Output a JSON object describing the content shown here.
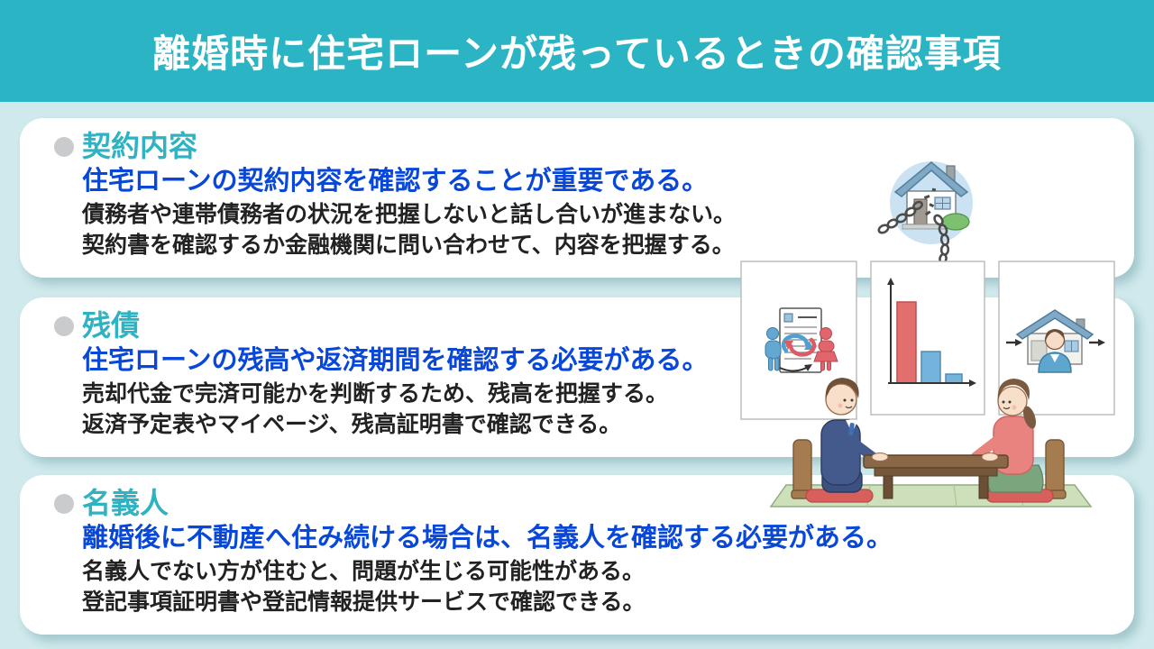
{
  "header": {
    "title": "離婚時に住宅ローンが残っているときの確認事項"
  },
  "cards": [
    {
      "heading": "契約内容",
      "lead": "住宅ローンの契約内容を確認することが重要である。",
      "lines": [
        "債務者や連帯債務者の状況を把握しないと話し合いが進まない。",
        "契約書を確認するか金融機関に問い合わせて、内容を把握する。"
      ]
    },
    {
      "heading": "残債",
      "lead": "住宅ローンの残高や返済期間を確認する必要がある。",
      "lines": [
        "売却代金で完済可能かを判断するため、残高を把握する。",
        "返済予定表やマイページ、残高証明書で確認できる。"
      ]
    },
    {
      "heading": "名義人",
      "lead": "離婚後に不動産へ住み続ける場合は、名義人を確認する必要がある。",
      "lines": [
        "名義人でない方が住むと、問題が生じる可能性がある。",
        "登記事項証明書や登記情報提供サービスで確認できる。"
      ]
    }
  ],
  "illustration": {
    "badge": "house-broken-chain-icon",
    "panels": [
      "contract-couple-swap-icon",
      "declining-bar-chart-icon",
      "house-resident-move-icon"
    ],
    "scene": "couple-discussion-low-table-scene"
  },
  "colors": {
    "header_bg": "#2bb4c3",
    "page_bg": "#cfe9ec",
    "card_bg": "#ffffff",
    "heading_teal": "#2fb2c2",
    "lead_blue": "#0847d8",
    "body_black": "#222222",
    "bullet_gray": "#c9cbcc",
    "accent_red": "#e06c6c",
    "accent_blue": "#6fb1d9"
  }
}
